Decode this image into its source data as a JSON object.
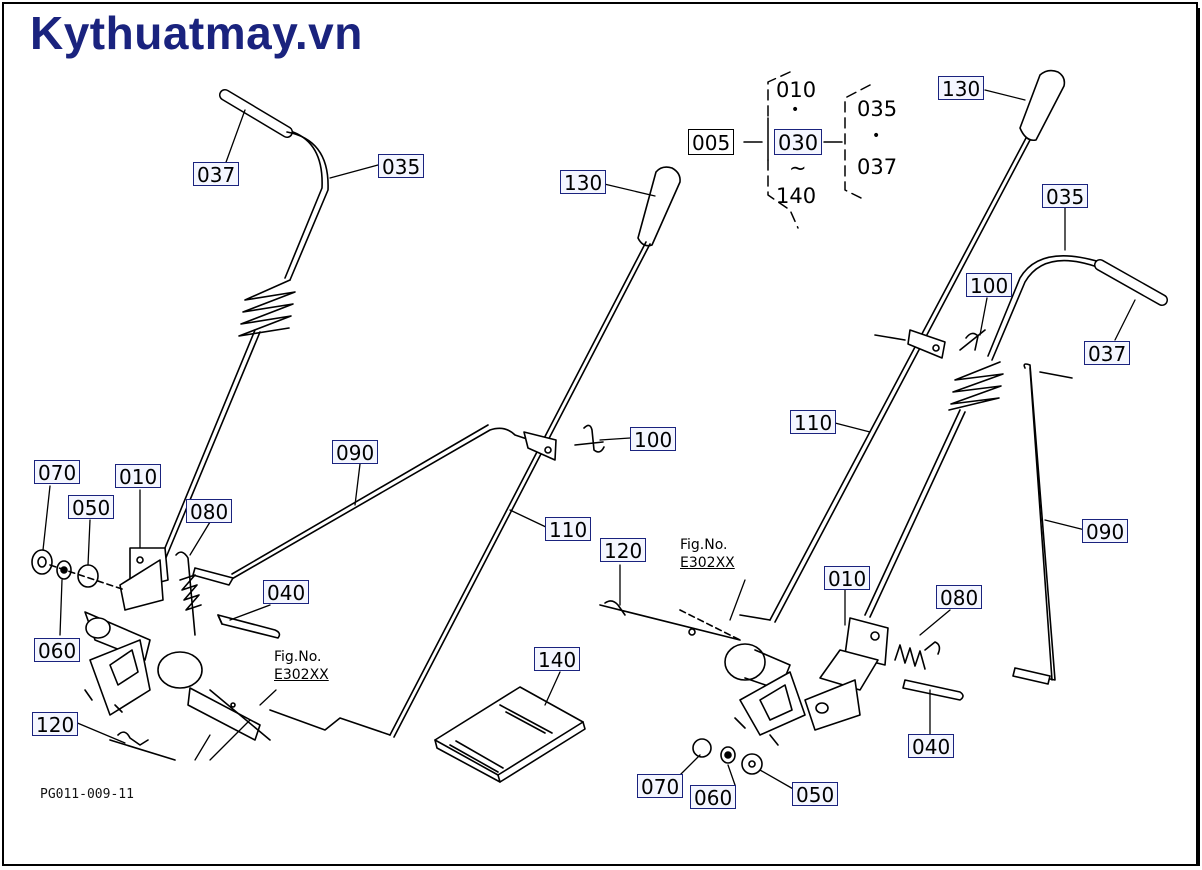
{
  "brand": "Kythuatmay.vn",
  "drawing_code": "PG011-009-11",
  "fig_ref": {
    "line1": "Fig.No.",
    "line2": "E302XX"
  },
  "group": {
    "main": "005",
    "left": {
      "top": "010",
      "dot": "•",
      "mid": "030",
      "tilde": "~",
      "bottom": "140"
    },
    "right": {
      "top": "035",
      "dot": "•",
      "bottom": "037"
    }
  },
  "parts": {
    "p010": "010",
    "p035": "035",
    "p037": "037",
    "p040": "040",
    "p050": "050",
    "p060": "060",
    "p070": "070",
    "p080": "080",
    "p090": "090",
    "p100": "100",
    "p110": "110",
    "p120": "120",
    "p130": "130",
    "p140": "140"
  }
}
